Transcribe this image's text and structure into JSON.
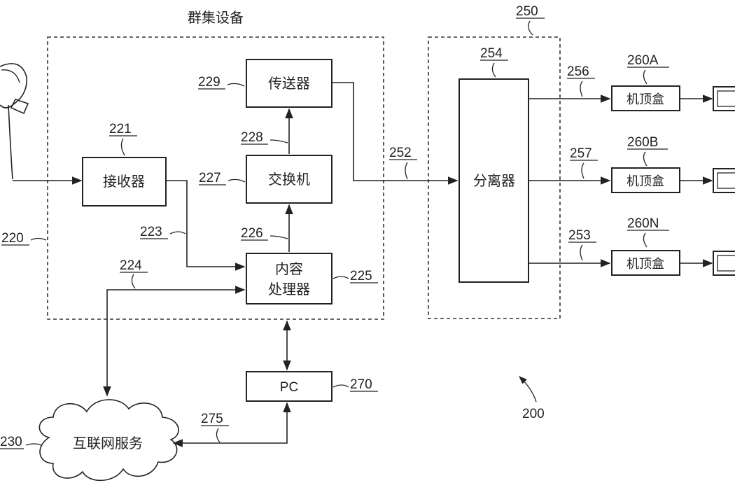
{
  "diagram": {
    "head_end_label": "群集设备",
    "head_end_ref": "220",
    "receiver": {
      "label": "接收器",
      "ref": "221"
    },
    "transmitter": {
      "label": "传送器",
      "ref": "229"
    },
    "switch": {
      "label": "交换机",
      "ref": "227"
    },
    "content_processor": {
      "label_line1": "内容",
      "label_line2": "处理器",
      "ref": "225"
    },
    "pc": {
      "label": "PC",
      "ref": "270"
    },
    "internet": {
      "label": "互联网服务",
      "ref": "230"
    },
    "splitter_group_ref": "250",
    "splitter": {
      "label": "分离器",
      "ref": "254"
    },
    "stb_a": {
      "label": "机顶盒",
      "ref": "260A"
    },
    "stb_b": {
      "label": "机顶盒",
      "ref": "260B"
    },
    "stb_n": {
      "label": "机顶盒",
      "ref": "260N"
    },
    "link_refs": {
      "r223": "223",
      "r224": "224",
      "r226": "226",
      "r228": "228",
      "r252": "252",
      "r256": "256",
      "r257": "257",
      "r253": "253",
      "r275": "275"
    },
    "system_ref": "200"
  }
}
